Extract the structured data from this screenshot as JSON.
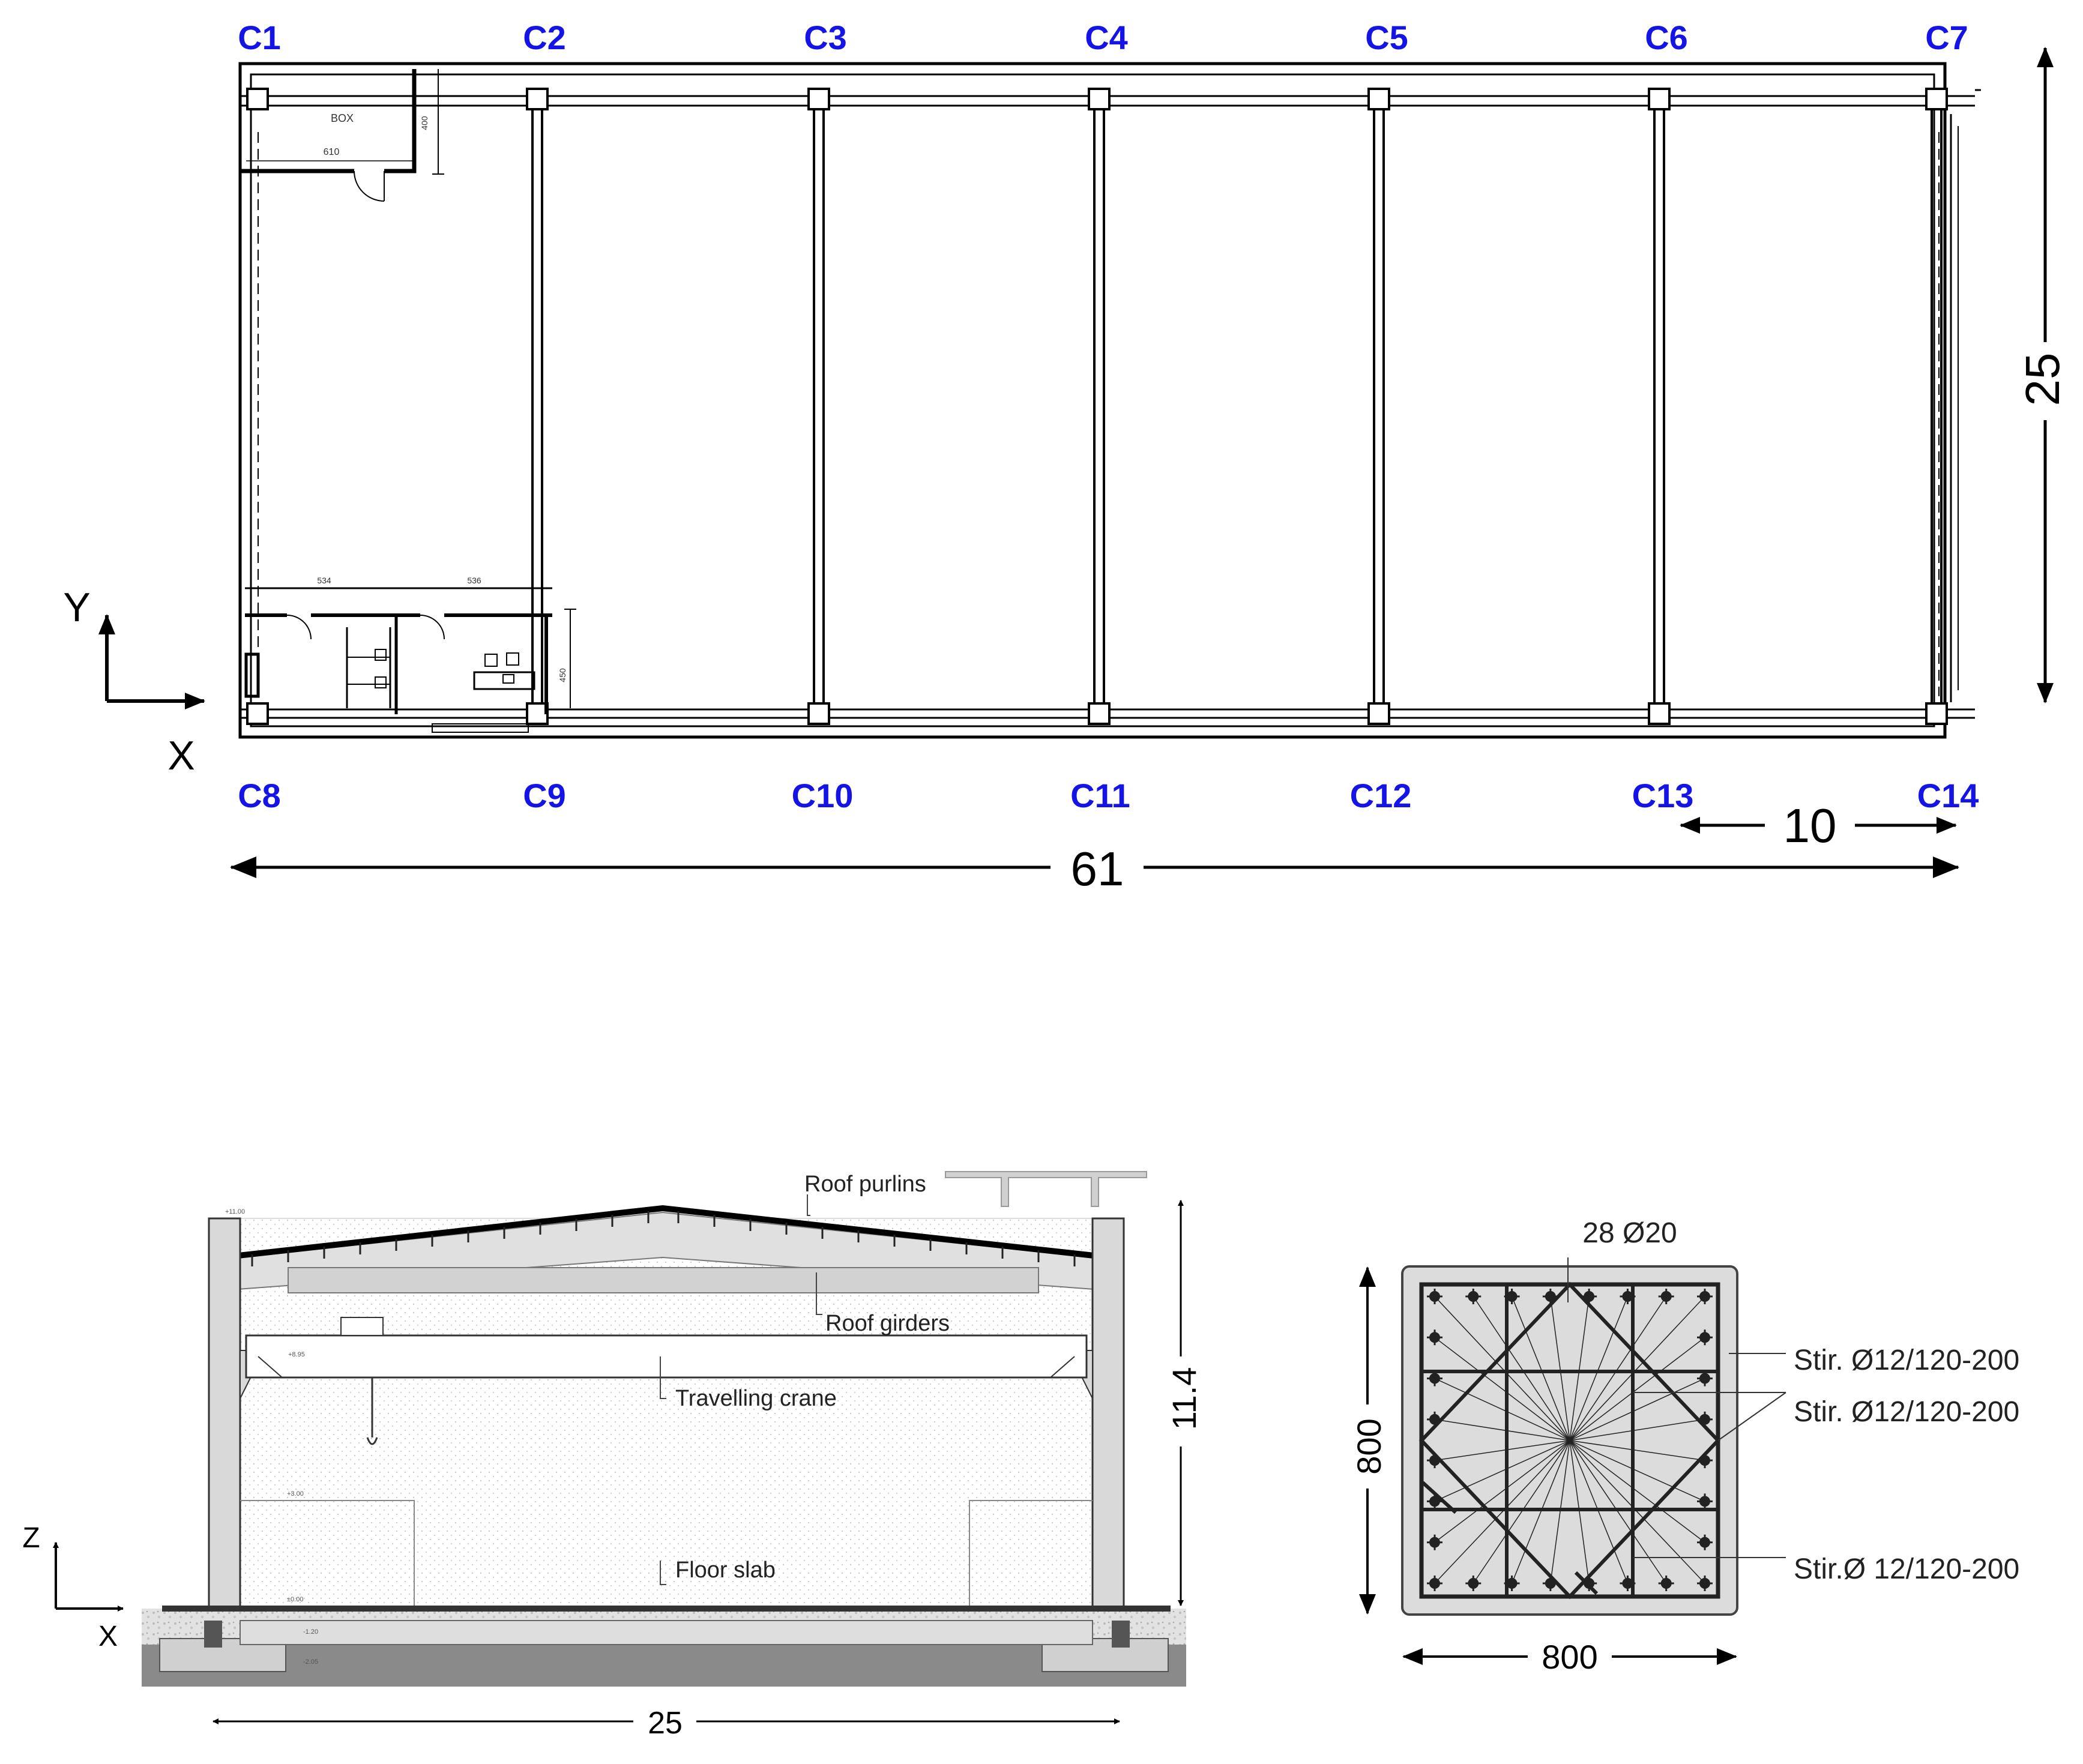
{
  "plan": {
    "columns_top": [
      "C1",
      "C2",
      "C3",
      "C4",
      "C5",
      "C6",
      "C7"
    ],
    "columns_bottom": [
      "C8",
      "C9",
      "C10",
      "C11",
      "C12",
      "C13",
      "C14"
    ],
    "column_label_color": "#1414e6",
    "room_box_label": "BOX",
    "room_box_dim_w": "610",
    "room_box_dim_h": "400",
    "wc_dim_1": "534",
    "wc_dim_2": "536",
    "wc_dim_h": "450",
    "dim_length": "61",
    "dim_width": "25",
    "dim_bay": "10",
    "axis_y": "Y",
    "axis_x": "X"
  },
  "section": {
    "roof_purlins": "Roof purlins",
    "roof_girders": "Roof girders",
    "travelling_crane": "Travelling crane",
    "floor_slab": "Floor slab",
    "dim_span": "25",
    "dim_height": "11.4",
    "axis_z": "Z",
    "axis_x": "X",
    "level_top": "+11.00",
    "level_crane": "+8.95",
    "level_mid": "+3.00",
    "level_floor": "±0.00",
    "level_found1": "-1.20",
    "level_found2": "-2.05"
  },
  "column_section": {
    "rebar": "28 Ø20",
    "stirrup_1": "Stir. Ø12/120-200",
    "stirrup_2": "Stir. Ø12/120-200",
    "stirrup_3": "Stir.Ø 12/120-200",
    "dim_width": "800",
    "dim_height": "800"
  }
}
